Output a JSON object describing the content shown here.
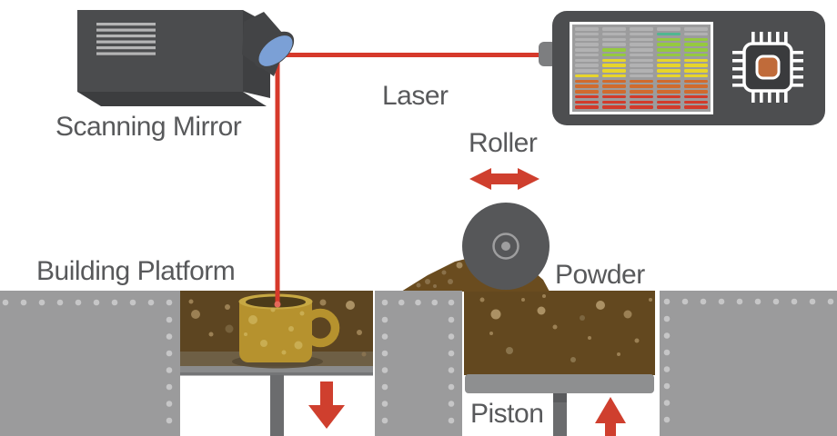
{
  "labels": {
    "scanning_mirror": "Scanning Mirror",
    "laser": "Laser",
    "roller": "Roller",
    "building_platform": "Building Platform",
    "powder": "Powder",
    "piston": "Piston"
  },
  "meter": {
    "columns": 5,
    "rows": 16,
    "levels": [
      10,
      5,
      11,
      2,
      3
    ],
    "row_colors": [
      "#50b691",
      "#50b691",
      "#95c93f",
      "#95c93f",
      "#95c93f",
      "#95c93f",
      "#e8d52a",
      "#e8d52a",
      "#e8d52a",
      "#e8d52a",
      "#d06b2e",
      "#d06b2e",
      "#d06b2e",
      "#d23b2b",
      "#d23b2b",
      "#d23b2b"
    ],
    "off_color": "#b2b2b3"
  },
  "icons": {
    "mirror": "scanning-mirror-icon",
    "chip": "chip-icon",
    "roller": "roller-icon",
    "laser_beam": "laser-beam",
    "arrows": [
      "roller-direction-arrow",
      "platform-down-arrow",
      "piston-up-arrow"
    ]
  },
  "colors": {
    "laser_red": "#d6392b",
    "arrow_red": "#cf3f2e",
    "machine_dark": "#4b4c4e",
    "unit_dark": "#4d4e50",
    "wall_gray": "#9b9b9c",
    "rivet_gray": "#c6c6c7",
    "powder_brown": "#5d4521",
    "mound_brown": "#6a4c1f",
    "mug_gold": "#b6922e",
    "mirror_blue": "#7ba0d6",
    "chip_orange": "#c06b3a",
    "label_gray": "#58595b"
  }
}
